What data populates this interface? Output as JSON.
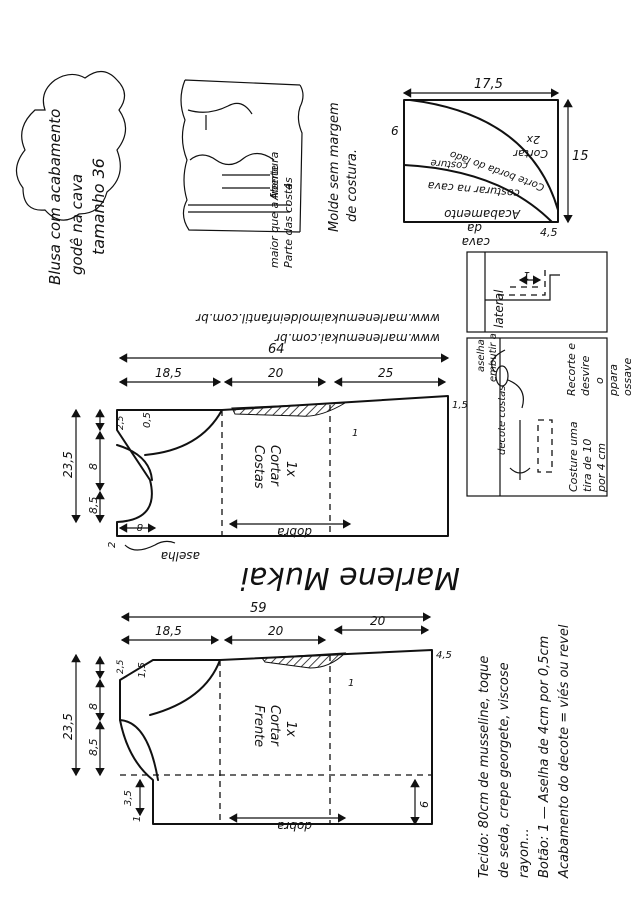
{
  "title_bubble": {
    "line1": "Blusa com acabamento",
    "line2": "godê na cava",
    "line3": "tamanho 36"
  },
  "mockup": {
    "label_abertura": "Abertura",
    "label_abertura_size": "4",
    "note_line1": "Parte das costas",
    "note_line2": "maior que a frente"
  },
  "sem_margem": {
    "line1": "Molde sem margem",
    "line2": "de costura."
  },
  "godet_piece": {
    "width": "17,5",
    "height": "15",
    "side_small": "6",
    "bottom_small": "4,5",
    "cortar": "Cortar",
    "qty": "2x",
    "cut_line": "Corte borda do lado",
    "costure": "costure",
    "costurar": "costurar na cava",
    "label1": "Acabamento",
    "label2": "da",
    "label3": "cava"
  },
  "urls": {
    "url1": "www.marlenemukai.com.br",
    "url2": "www.marlenemukaimoldeinfantil.com.br"
  },
  "costas": {
    "total": "64",
    "top_1": "18,5",
    "top_2": "20",
    "top_3": "25",
    "edge": "1,5",
    "one": "1",
    "side_total": "23,5",
    "seg_1": "2,5",
    "seg_2": "8",
    "seg_3": "8,5",
    "neck_dim": "8",
    "small": "2",
    "shoulder": "0,5",
    "name": "Costas",
    "cortar": "Cortar",
    "qty": "1x",
    "fold": "dobra",
    "aselha": "aselha"
  },
  "frente": {
    "total": "59",
    "top_1": "18,5",
    "top_2": "20",
    "top_3": "20",
    "edge": "4,5",
    "one": "1",
    "side_total": "23,5",
    "seg_1": "2,5",
    "seg_2": "8",
    "seg_3": "8,5",
    "shoulder": "1,5",
    "low_1": "3,5",
    "low_2": "1",
    "bottom": "6",
    "name": "Frente",
    "cortar": "Cortar",
    "qty": "1x",
    "fold": "dobra"
  },
  "signature": "Marlene Mukai",
  "lateral_box": {
    "label": "lateral",
    "dim": "1"
  },
  "opening_box": {
    "decote_costas": "decote costas",
    "aselha1": "aselha",
    "aselha2": "embutir a",
    "note1": "Recorte e",
    "note2": "desvire",
    "note3": "o",
    "note4": "ppara",
    "note5": "ossave",
    "note6": "Costure uma",
    "note7": "tira de 10",
    "note8": "por 4 cm"
  },
  "materials": {
    "tecido": "Tecido: 80cm de musseline, toque",
    "tecido2": "de seda, crepe georgete, viscose",
    "tecido3": "rayon...",
    "botao": "Botão: 1 — Aselha de 4cm por 0,5cm",
    "acab": "Acabamento do decote = viés ou revel"
  }
}
